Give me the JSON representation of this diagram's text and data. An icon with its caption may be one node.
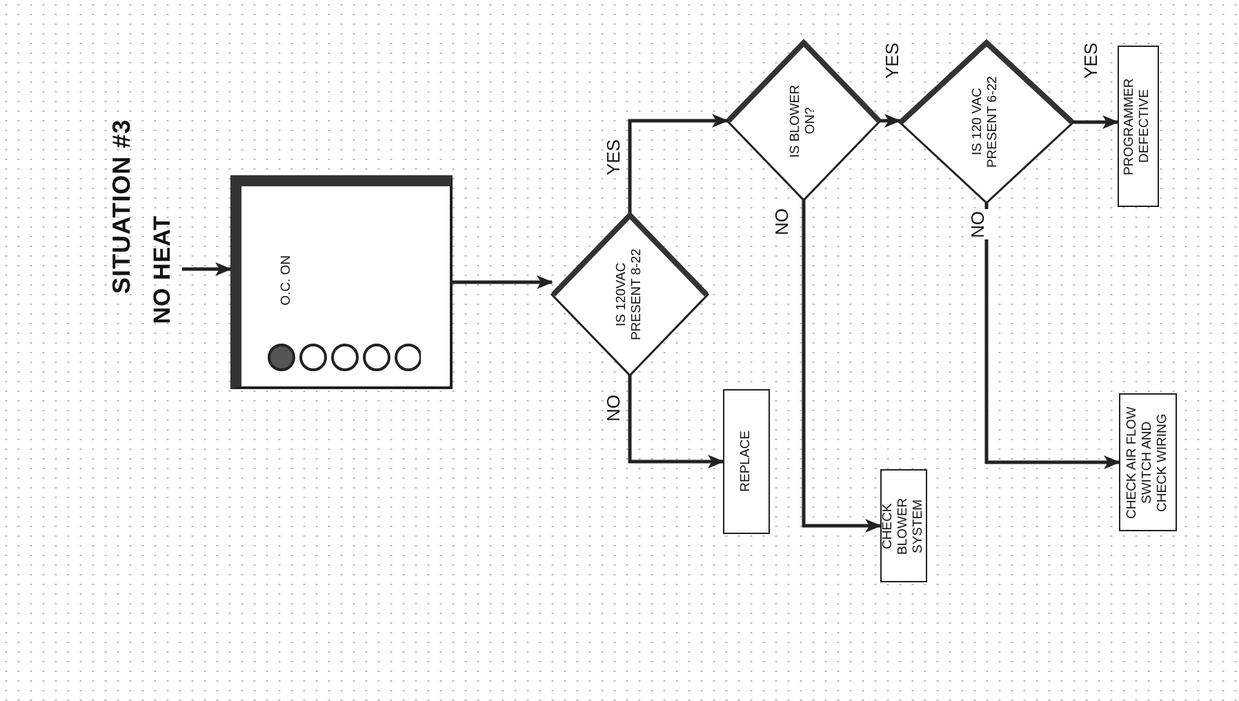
{
  "diagram": {
    "title": "SITUATION #3",
    "nodes": [
      {
        "text": [
          "NO HEAT"
        ]
      },
      {
        "text": [
          "O.C. ON"
        ]
      },
      {
        "text": [
          "IS 120VAC PRESENT 8-22"
        ]
      },
      {
        "text": [
          "REPLACE"
        ]
      },
      {
        "text": [
          "IS BLOWER ON?"
        ]
      },
      {
        "text": [
          "CHECK BLOWER SYSTEM"
        ]
      },
      {
        "text": [
          "IS 120 VAC PRESENT 6-22"
        ]
      },
      {
        "text": [
          "PROGRAMMER DEFECTIVE"
        ]
      },
      {
        "text": [
          "CHECK AIR FLOW SWITCH AND CHECK WIRING"
        ]
      }
    ],
    "edges": [
      {
        "from": 0,
        "to": 1,
        "arrow": "to"
      },
      {
        "from": 1,
        "to": 2,
        "arrow": "to"
      },
      {
        "from": 2,
        "to": 4,
        "arrow": "to",
        "label": "YES"
      },
      {
        "from": 2,
        "to": 3,
        "arrow": "to",
        "label": "NO"
      },
      {
        "from": 4,
        "to": 6,
        "arrow": "to",
        "label": "YES"
      },
      {
        "from": 4,
        "to": 5,
        "arrow": "to",
        "label": "NO"
      },
      {
        "from": 6,
        "to": 7,
        "arrow": "to",
        "label": "YES"
      },
      {
        "from": 6,
        "to": 8,
        "arrow": "to",
        "label": "NO"
      }
    ]
  }
}
